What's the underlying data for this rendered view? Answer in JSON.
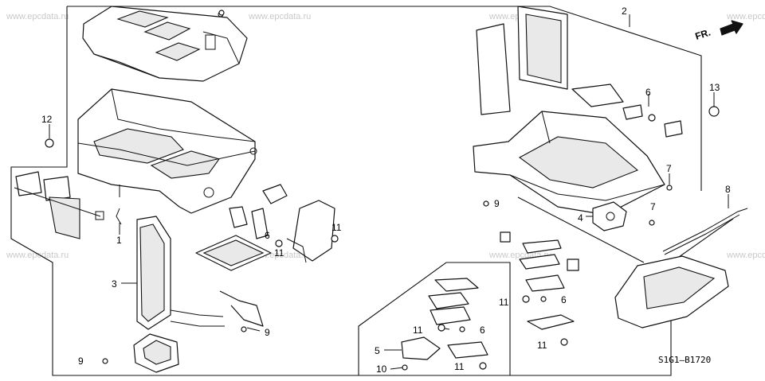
{
  "watermark": "www.epcdata.ru",
  "drawing_code": "S1G1—B1720",
  "direction_label": "FR.",
  "callouts": [
    "1",
    "2",
    "3",
    "4",
    "5",
    "6",
    "7",
    "8",
    "9",
    "10",
    "11",
    "12",
    "13"
  ]
}
